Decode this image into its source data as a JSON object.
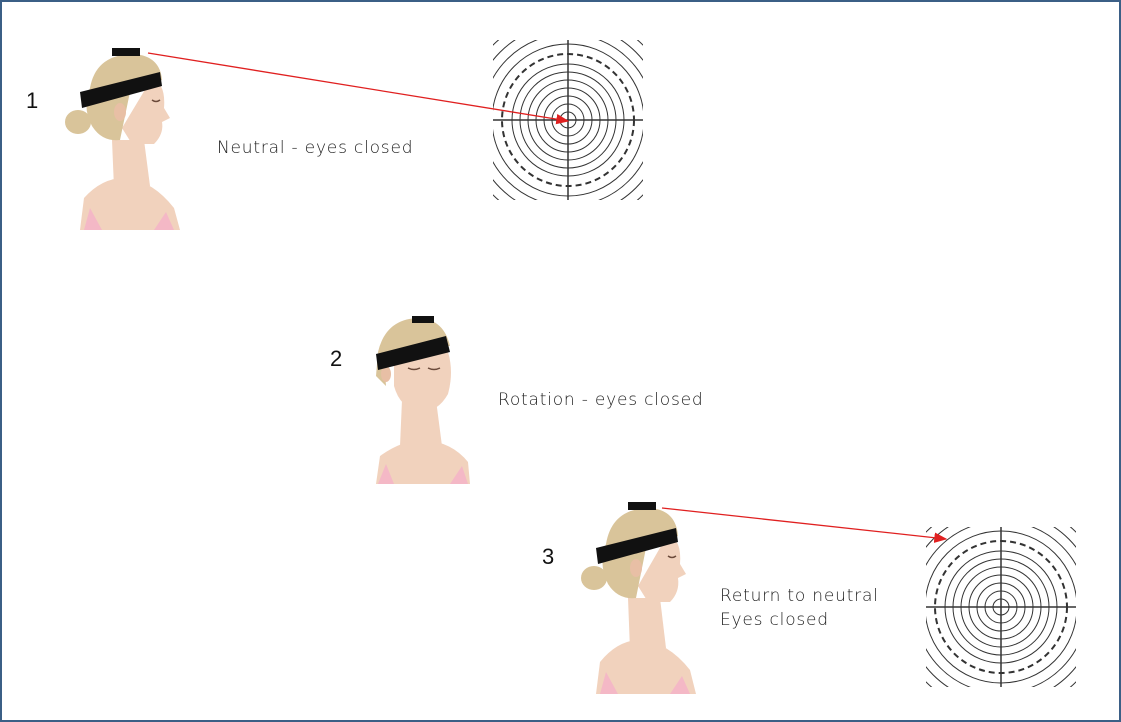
{
  "steps": [
    {
      "number": "1",
      "caption": "Neutral - eyes closed"
    },
    {
      "number": "2",
      "caption": "Rotation - eyes closed"
    },
    {
      "number": "3",
      "caption_line1": "Return to neutral",
      "caption_line2": "Eyes closed"
    }
  ],
  "colors": {
    "frame": "#3b5f86",
    "laser_line": "#e02020",
    "headband": "#111111",
    "hair": "#d9c49a",
    "skin": "#f1d2bd",
    "top": "#f4b8c6",
    "target_lines": "#333333"
  },
  "icons": [
    "head-figure-profile-icon",
    "head-figure-rotated-icon",
    "laser-target-icon"
  ]
}
